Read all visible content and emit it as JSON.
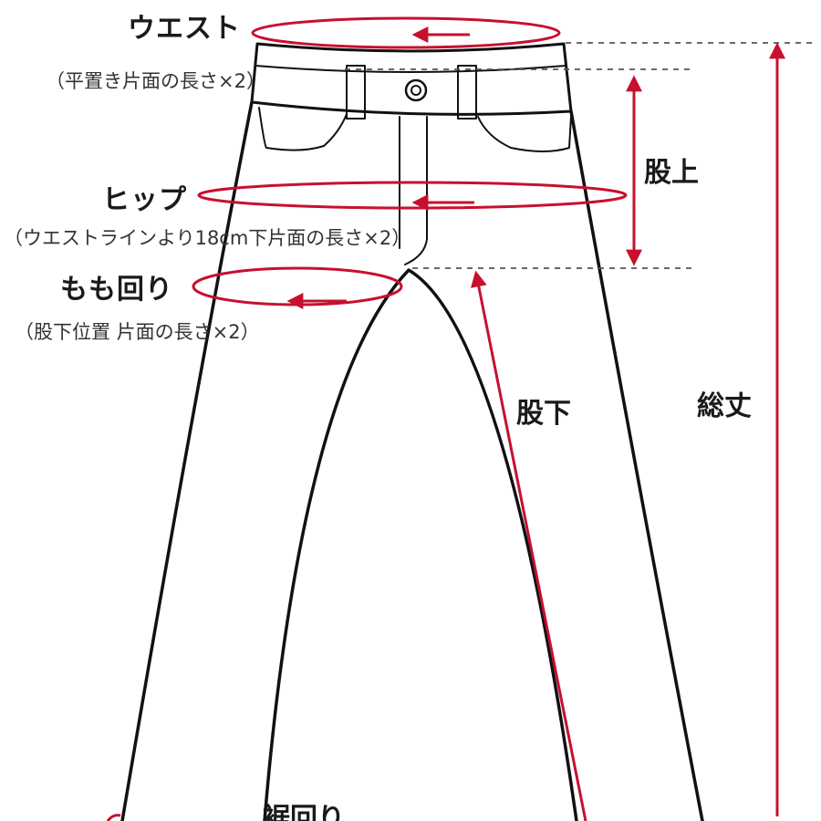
{
  "labels": {
    "waist": "ウエスト",
    "waist_note": "（平置き片面の長さ×2）",
    "hip": "ヒップ",
    "hip_note": "（ウエストラインより18cm下片面の長さ×2）",
    "thigh": "もも回り",
    "thigh_note": "（股下位置 片面の長さ×2）",
    "rise": "股上",
    "inseam": "股下",
    "total_length": "総丈",
    "hem": "裾回り"
  },
  "colors": {
    "measure": "#c8102e",
    "outline": "#111111",
    "guide": "#555555"
  }
}
